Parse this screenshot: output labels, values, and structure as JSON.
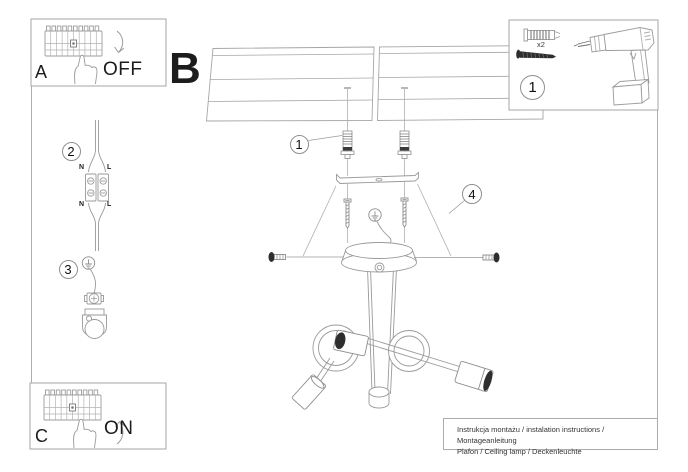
{
  "colors": {
    "line": "#a6a6a6",
    "dark_fill": "#2e2e2e",
    "text": "#1c1c1c"
  },
  "panel_a": {
    "letter": "A",
    "state": "OFF"
  },
  "panel_c": {
    "letter": "C",
    "state": "ON"
  },
  "section_label": "B",
  "step2": {
    "number": "2",
    "wire_labels": {
      "top_left": "N",
      "top_right": "L",
      "bottom_left": "N",
      "bottom_right": "L"
    }
  },
  "step3": {
    "number": "3"
  },
  "main_callouts": {
    "anchors": "1",
    "alignment": "4"
  },
  "toolbox": {
    "number": "1",
    "anchor_quantity": "x2"
  },
  "footer": {
    "line1": "Instrukcja montażu / instalation instructions / Montageanleitung",
    "line2": "Plafon / Ceiling lamp / Deckenleuchte"
  }
}
